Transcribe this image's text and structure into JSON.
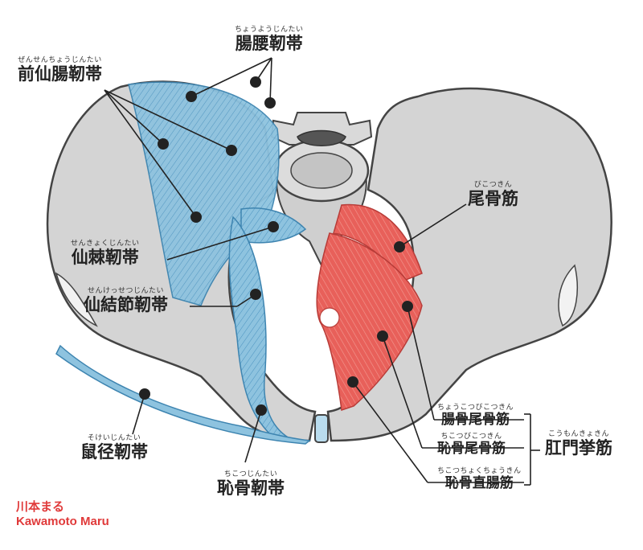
{
  "labels": {
    "iliolumbar": {
      "furigana": "ちょうようじんたい",
      "text": "腸腰靭帯"
    },
    "anterior_sacroiliac": {
      "furigana": "ぜんせんちょうじんたい",
      "text": "前仙腸靭帯"
    },
    "coccygeus": {
      "furigana": "びこつきん",
      "text": "尾骨筋"
    },
    "sacrospinous": {
      "furigana": "せんきょくじんたい",
      "text": "仙棘靭帯"
    },
    "sacrotuberous": {
      "furigana": "せんけっせつじんたい",
      "text": "仙結節靭帯"
    },
    "iliococcygeus": {
      "furigana": "ちょうこつびこつきん",
      "text": "腸骨尾骨筋"
    },
    "pubococcygeus": {
      "furigana": "ちこつびこつきん",
      "text": "恥骨尾骨筋"
    },
    "puborectalis": {
      "furigana": "ちこつちょくちょうきん",
      "text": "恥骨直腸筋"
    },
    "levator_ani": {
      "furigana": "こうもんきょきん",
      "text": "肛門挙筋"
    },
    "inguinal": {
      "furigana": "そけいじんたい",
      "text": "鼠径靭帯"
    },
    "pubic": {
      "furigana": "ちこつじんたい",
      "text": "恥骨靭帯"
    }
  },
  "credit": {
    "japanese": "川本まる",
    "romaji": "Kawamoto Maru"
  },
  "colors": {
    "bone": "#d4d4d4",
    "bone_stroke": "#444444",
    "ligament": "#8ec3df",
    "ligament_stroke": "#3d84b0",
    "muscle": "#e8605a",
    "muscle_stroke": "#b83c38",
    "credit": "#e03a3a"
  }
}
